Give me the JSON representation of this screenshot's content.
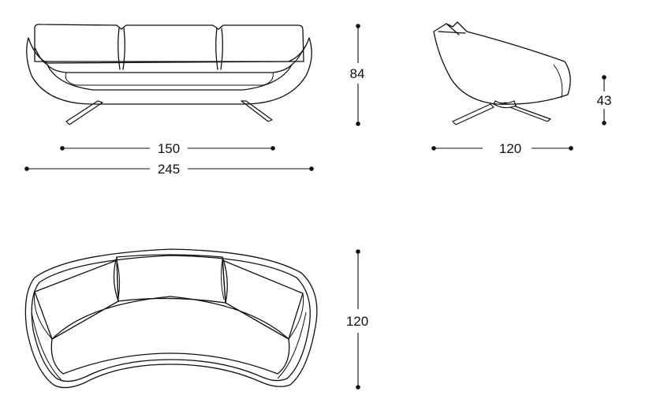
{
  "dimensions": {
    "front_seat_width": "150",
    "front_overall_width": "245",
    "front_height": "84",
    "side_depth": "120",
    "side_seat_height": "43",
    "top_depth": "120"
  },
  "colors": {
    "line": "#111111",
    "background": "#ffffff"
  }
}
